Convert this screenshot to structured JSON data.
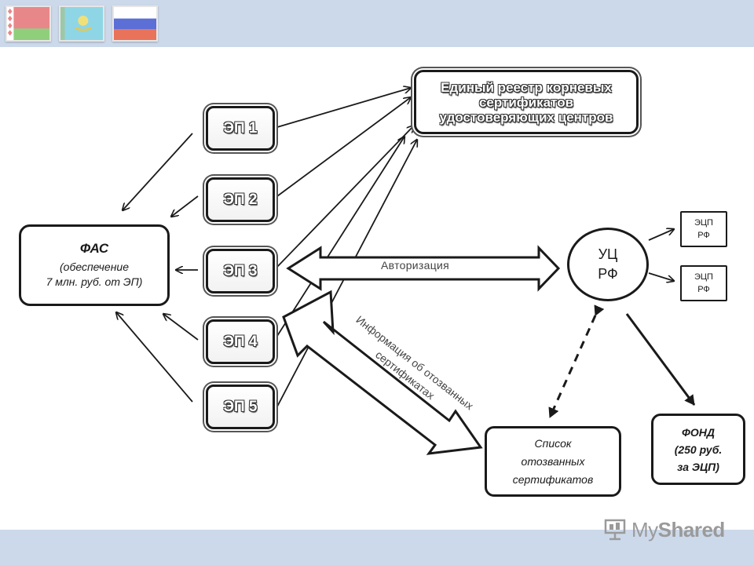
{
  "flags": [
    {
      "name": "belarus-flag"
    },
    {
      "name": "kazakhstan-flag"
    },
    {
      "name": "russia-flag"
    }
  ],
  "nodes": {
    "registry": {
      "lines": [
        "Единый реестр корневых",
        "сертификатов",
        "удостоверяющих центров"
      ]
    },
    "ep": [
      "ЭП 1",
      "ЭП 2",
      "ЭП 3",
      "ЭП 4",
      "ЭП 5"
    ],
    "fas": {
      "title": "ФАС",
      "sub": [
        "(обеспечение",
        "7 млн. руб. от ЭП)"
      ]
    },
    "uc": {
      "lines": [
        "УЦ",
        "РФ"
      ]
    },
    "ecp": [
      {
        "lines": [
          "ЭЦП",
          "РФ"
        ]
      },
      {
        "lines": [
          "ЭЦП",
          "РФ"
        ]
      }
    ],
    "crl": {
      "lines": [
        "Список",
        "отозванных",
        "сертификатов"
      ]
    },
    "fond": {
      "lines": [
        "ФОНД",
        "(250 руб.",
        "за ЭЦП)"
      ]
    }
  },
  "labels": {
    "authorization": "Авторизация",
    "revoked_info": [
      "Информация об отозванных",
      "сертификатах"
    ]
  },
  "logo": {
    "text_a": "My",
    "text_b": "Shared"
  },
  "colors": {
    "band": "#ccd9ea",
    "stroke": "#1a1a1a"
  }
}
